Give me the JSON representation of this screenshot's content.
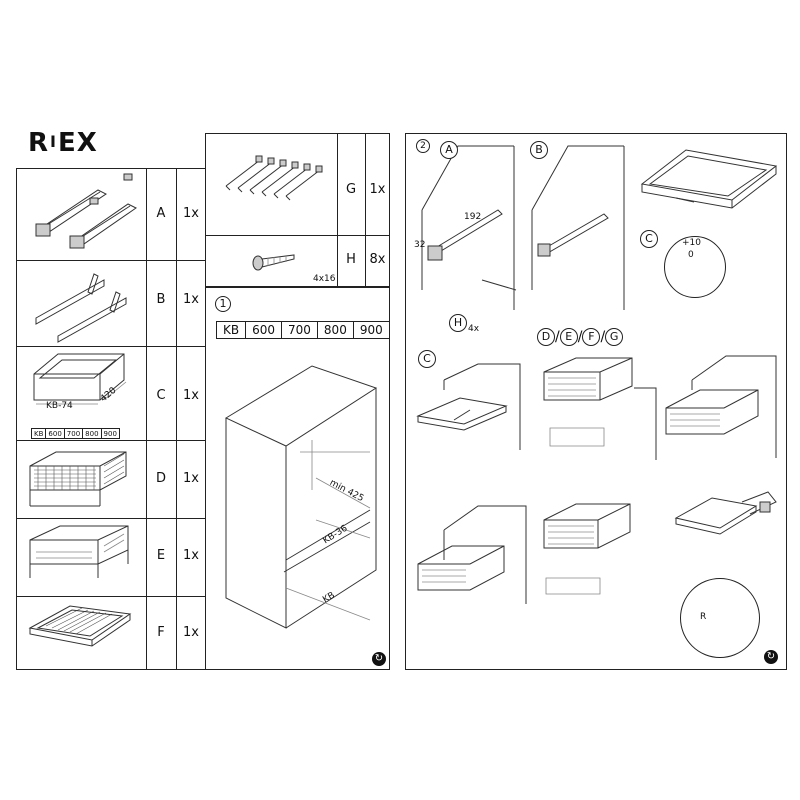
{
  "brand": {
    "r": "R",
    "i": "I",
    "ex": "EX"
  },
  "parts": [
    {
      "letter": "A",
      "qty": "1x"
    },
    {
      "letter": "B",
      "qty": "1x"
    },
    {
      "letter": "C",
      "qty": "1x"
    },
    {
      "letter": "D",
      "qty": "1x"
    },
    {
      "letter": "E",
      "qty": "1x"
    },
    {
      "letter": "F",
      "qty": "1x"
    },
    {
      "letter": "G",
      "qty": "1x"
    },
    {
      "letter": "H",
      "qty": "8x"
    }
  ],
  "screw_size": "4x16",
  "c_part": {
    "kb_label": "KB-74",
    "depth_label": "420"
  },
  "kb_small": [
    "KB",
    "600",
    "700",
    "800",
    "900"
  ],
  "step1": {
    "number": "1",
    "kb_table": [
      "KB",
      "600",
      "700",
      "800",
      "900"
    ],
    "min_label": "min 425",
    "kb36_label": "KB-36",
    "kb_label": "KB"
  },
  "step2": {
    "number": "2",
    "callouts": {
      "a": "A",
      "b": "B",
      "c": "C",
      "h": "H",
      "h_qty": "4x",
      "c2": "C"
    },
    "dims": {
      "d1": "192",
      "d2": "32"
    },
    "offset": "+10",
    "offset2": "0",
    "defg": [
      "D",
      "E",
      "F",
      "G"
    ],
    "r_label": "R"
  },
  "rotate_symbol": "↻"
}
